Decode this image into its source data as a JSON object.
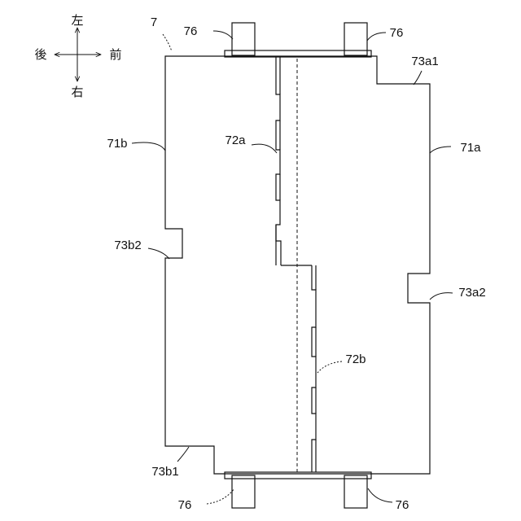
{
  "compass": {
    "up": "左",
    "down": "右",
    "left": "後",
    "right": "前"
  },
  "labels": {
    "part_7": "7",
    "pin_top_left": "76",
    "pin_top_right": "76",
    "pin_bottom_left": "76",
    "pin_bottom_right": "76",
    "side_71a": "71a",
    "side_71b": "71b",
    "seam_72a": "72a",
    "seam_72b": "72b",
    "notch_73a1": "73a1",
    "notch_73a2": "73a2",
    "notch_73b1": "73b1",
    "notch_73b2": "73b2"
  }
}
